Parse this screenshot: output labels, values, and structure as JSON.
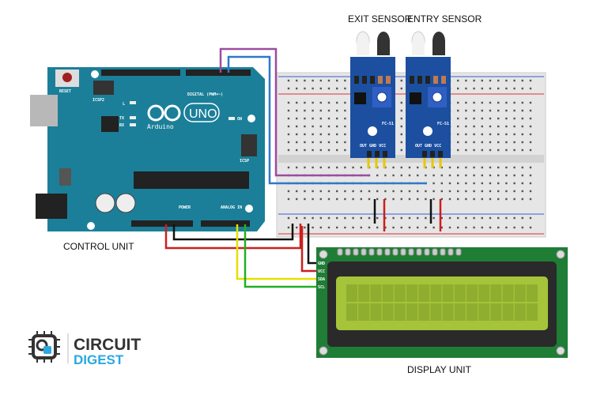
{
  "labels": {
    "control_unit": "CONTROL UNIT",
    "display_unit": "DISPLAY UNIT",
    "exit_sensor": "EXIT SENSOR",
    "entry_sensor": "ENTRY SENSOR"
  },
  "arduino": {
    "brand": "Arduino",
    "model": "UNO",
    "reset": "RESET",
    "icsp2": "ICSP2",
    "icsp": "ICSP",
    "digital": "DIGITAL (PWM=~)",
    "power": "POWER",
    "analog": "ANALOG IN",
    "led_l": "L",
    "led_tx": "TX",
    "led_rx": "RX",
    "led_on": "ON"
  },
  "sensor": {
    "pins": "OUT GND VCC",
    "model": "FC-51"
  },
  "lcd": {
    "pins": [
      "GND",
      "VCC",
      "SDA",
      "SCL"
    ]
  },
  "logo": {
    "line1": "CIRCUIT",
    "line2": "DIGEST"
  },
  "colors": {
    "arduino": "#1b7f99",
    "sensor": "#1c4fa0",
    "lcd_board": "#1f7d36",
    "lcd_screen": "#a6c43a",
    "wire_purple": "#9b4d9e",
    "wire_blue": "#2f78c8",
    "wire_red": "#cc1f1f",
    "wire_yellow": "#e8e000",
    "wire_green": "#22b022",
    "logo_blue": "#2aa8e0"
  }
}
